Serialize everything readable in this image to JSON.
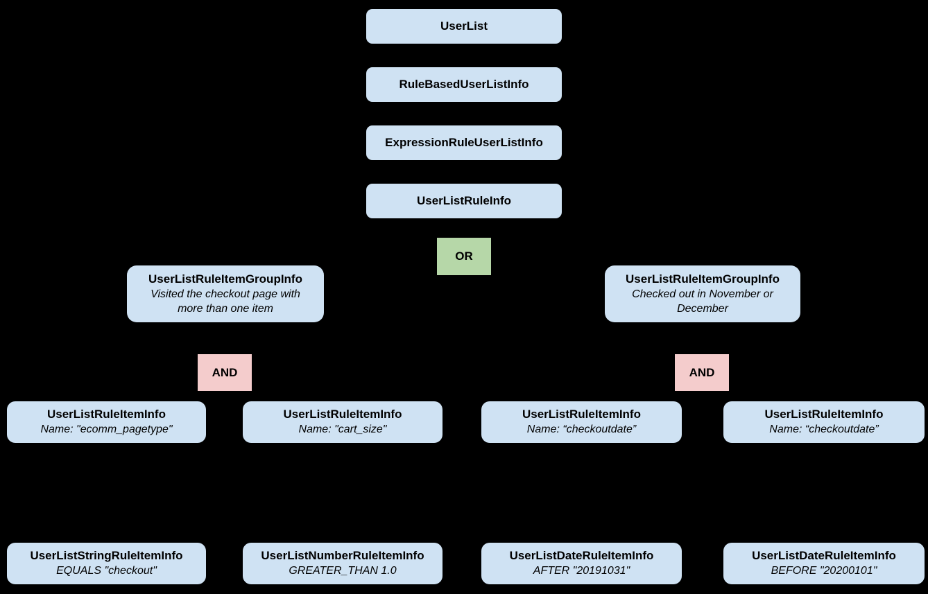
{
  "colors": {
    "background": "#000000",
    "class_box": "#cfe2f3",
    "or_box": "#b6d7a8",
    "and_box": "#f4cccc",
    "text": "#000000"
  },
  "nodes": {
    "chain": [
      {
        "label": "UserList"
      },
      {
        "label": "RuleBasedUserListInfo"
      },
      {
        "label": "ExpressionRuleUserListInfo"
      },
      {
        "label": "UserListRuleInfo"
      }
    ],
    "or_operator": {
      "label": "OR"
    },
    "group_left": {
      "title": "UserListRuleItemGroupInfo",
      "description": "Visited the checkout page with more than one item",
      "operator": "AND"
    },
    "group_right": {
      "title": "UserListRuleItemGroupInfo",
      "description": "Checked out in November or December",
      "operator": "AND"
    },
    "items": [
      {
        "title": "UserListRuleItemInfo",
        "subtitle": "Name: \"ecomm_pagetype\""
      },
      {
        "title": "UserListRuleItemInfo",
        "subtitle": "Name: \"cart_size\""
      },
      {
        "title": "UserListRuleItemInfo",
        "subtitle": "Name: “checkoutdate”"
      },
      {
        "title": "UserListRuleItemInfo",
        "subtitle": "Name: “checkoutdate”"
      }
    ],
    "operands": [
      {
        "title": "UserListStringRuleItemInfo",
        "subtitle": "EQUALS \"checkout\""
      },
      {
        "title": "UserListNumberRuleItemInfo",
        "subtitle": "GREATER_THAN 1.0"
      },
      {
        "title": "UserListDateRuleItemInfo",
        "subtitle": "AFTER \"20191031\""
      },
      {
        "title": "UserListDateRuleItemInfo",
        "subtitle": "BEFORE \"20200101\""
      }
    ]
  }
}
